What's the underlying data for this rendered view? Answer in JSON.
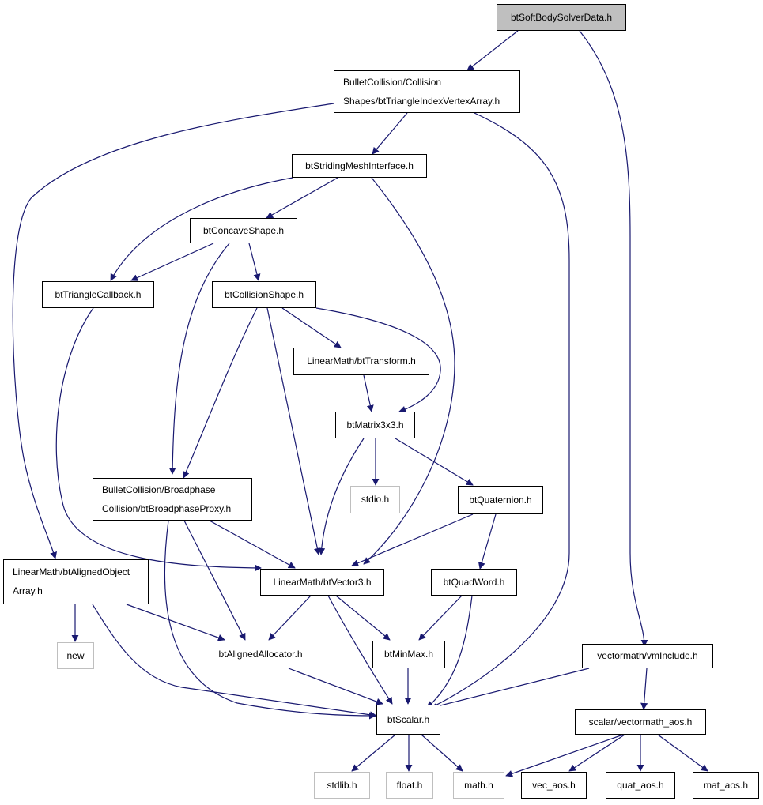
{
  "colors": {
    "edge": "#191970",
    "root_fill": "#bfbfbf",
    "system_border": "#bfbfbf"
  },
  "nodes": {
    "soft_body_solver_data": "btSoftBodySolverData.h",
    "triangle_index_vertex_array": [
      "BulletCollision/Collision",
      "Shapes/btTriangleIndexVertexArray.h"
    ],
    "striding_mesh_interface": "btStridingMeshInterface.h",
    "concave_shape": "btConcaveShape.h",
    "triangle_callback": "btTriangleCallback.h",
    "collision_shape": "btCollisionShape.h",
    "transform": "LinearMath/btTransform.h",
    "matrix3x3": "btMatrix3x3.h",
    "stdio": "stdio.h",
    "quaternion": "btQuaternion.h",
    "broadphase_proxy": [
      "BulletCollision/Broadphase",
      "Collision/btBroadphaseProxy.h"
    ],
    "aligned_object_array": [
      "LinearMath/btAlignedObject",
      "Array.h"
    ],
    "vector3": "LinearMath/btVector3.h",
    "quad_word": "btQuadWord.h",
    "new": "new",
    "aligned_allocator": "btAlignedAllocator.h",
    "min_max": "btMinMax.h",
    "vm_include": "vectormath/vmInclude.h",
    "scalar": "btScalar.h",
    "vectormath_aos": "scalar/vectormath_aos.h",
    "stdlib": "stdlib.h",
    "float": "float.h",
    "math": "math.h",
    "vec_aos": "vec_aos.h",
    "quat_aos": "quat_aos.h",
    "mat_aos": "mat_aos.h"
  }
}
